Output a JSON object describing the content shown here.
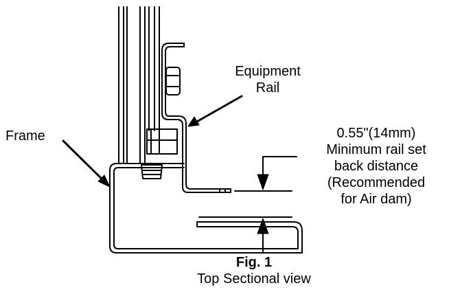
{
  "labels": {
    "equipment_rail_line1": "Equipment",
    "equipment_rail_line2": "Rail",
    "frame": "Frame",
    "dimension": "0.55\"(14mm)",
    "note_line1": "Minimum rail set",
    "note_line2": "back distance",
    "note_line3": "(Recommended",
    "note_line4": "for Air dam)",
    "figure_number": "Fig. 1",
    "figure_caption": "Top Sectional view"
  },
  "colors": {
    "line": "#000000",
    "background": "#ffffff"
  }
}
